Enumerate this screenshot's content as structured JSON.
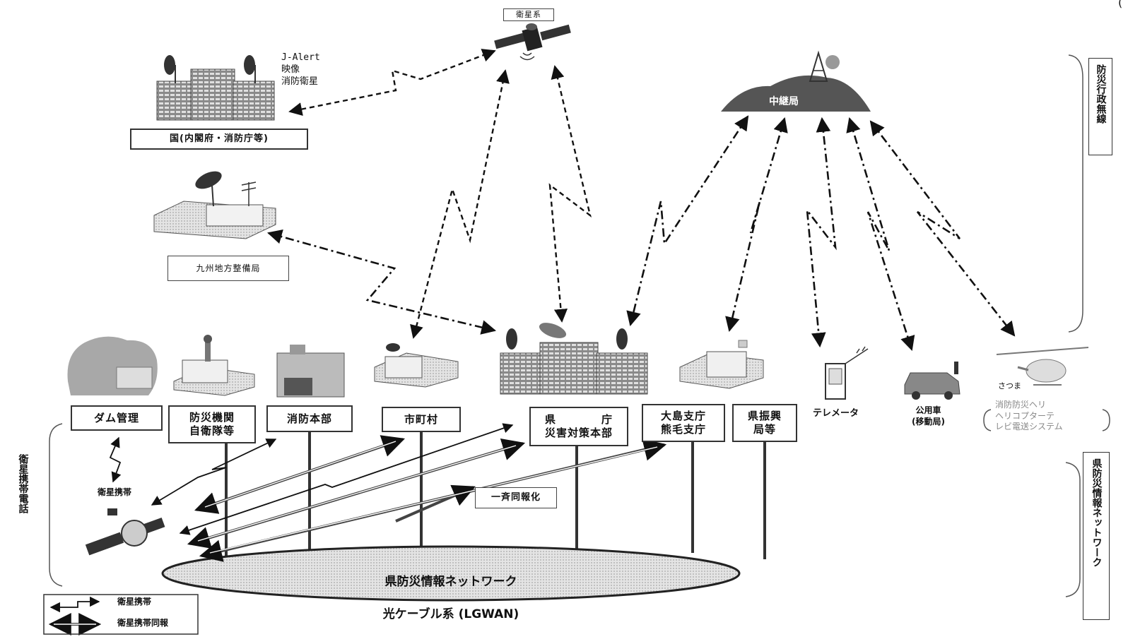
{
  "corner_mark": "(",
  "satellite": {
    "label": "衛星系"
  },
  "relay": {
    "label": "中継局"
  },
  "jalert": {
    "lines": "J-Alert\n映像\n消防衛星"
  },
  "nodes": {
    "national": "国(内閣府・消防庁等)",
    "kyushu": "九州地方整備局",
    "dam": "ダム管理",
    "bousai_kikan": "防災機関\n自衛隊等",
    "shobo_honbu": "消防本部",
    "shichoson": "市町村",
    "kencho": "県　　　　庁\n災害対策本部",
    "oshima": "大島支庁\n熊毛支庁",
    "kenshinko": "県振興\n局等",
    "telemeter": "テレメータ",
    "public_car": "公用車\n(移動局)",
    "heli_name": "さつま",
    "heli_system": "消防防災ヘリ\nヘリコプターテ\nレビ電送システム"
  },
  "network": {
    "line1": "県防災情報ネットワーク",
    "line2": "光ケーブル系 (LGWAN)"
  },
  "broadcast": "一斉同報化",
  "sat_phone_label": "衛星携帯",
  "side_labels": {
    "left": "衛星携帯電話",
    "right_top": "防災行政無線",
    "right_bottom": "県防災情報ネットワーク"
  },
  "legend": [
    {
      "label": "衛星携帯"
    },
    {
      "label": "衛星携帯同報"
    }
  ],
  "colors": {
    "line": "#111111",
    "building": "#777777",
    "hill": "#555555",
    "ellipse": "#d8d8d8"
  }
}
